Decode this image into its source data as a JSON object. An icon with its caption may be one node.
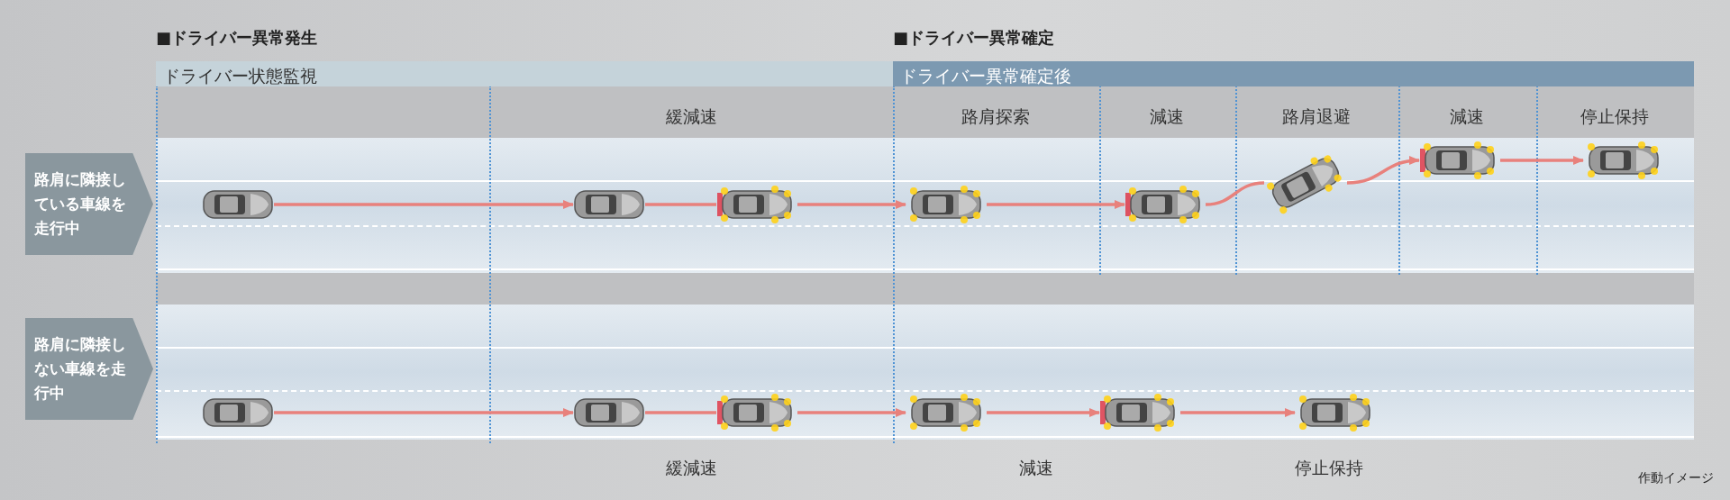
{
  "diagram": {
    "nodes": [
      {
        "text": [
          "ドライバー状態監視"
        ]
      },
      {
        "text": [
          "ドライバー異常確定後"
        ]
      },
      {
        "text": [
          "路肩に隣接している車線を走行中"
        ]
      },
      {
        "text": [],
        "shape": "picture"
      },
      {
        "text": [],
        "shape": "picture"
      },
      {
        "text": [],
        "shape": "picture"
      },
      {
        "text": [],
        "shape": "picture"
      },
      {
        "text": [],
        "shape": "picture"
      },
      {
        "text": [],
        "shape": "picture"
      },
      {
        "text": [],
        "shape": "picture"
      },
      {
        "text": [],
        "shape": "picture"
      },
      {
        "text": [
          "路肩に隣接しない車線を走行中"
        ]
      },
      {
        "text": [],
        "shape": "picture"
      },
      {
        "text": [],
        "shape": "picture"
      },
      {
        "text": [],
        "shape": "picture"
      },
      {
        "text": [],
        "shape": "picture"
      },
      {
        "text": [],
        "shape": "picture"
      },
      {
        "text": [],
        "shape": "picture"
      }
    ],
    "edges": [
      {
        "from": 3,
        "to": 4,
        "arrow": "to"
      },
      {
        "from": 4,
        "to": 5,
        "arrow": "none"
      },
      {
        "from": 5,
        "to": 6,
        "arrow": "to"
      },
      {
        "from": 6,
        "to": 7,
        "arrow": "to"
      },
      {
        "from": 7,
        "to": 8,
        "arrow": "none"
      },
      {
        "from": 8,
        "to": 9,
        "arrow": "to"
      },
      {
        "from": 9,
        "to": 10,
        "arrow": "to"
      },
      {
        "from": 12,
        "to": 13,
        "arrow": "to"
      },
      {
        "from": 13,
        "to": 14,
        "arrow": "none"
      },
      {
        "from": 14,
        "to": 15,
        "arrow": "to"
      },
      {
        "from": 15,
        "to": 16,
        "arrow": "to"
      },
      {
        "from": 16,
        "to": 17,
        "arrow": "to"
      }
    ],
    "labels": [
      "■ドライバー異常発生",
      "■ドライバー異常確定",
      "緩減速",
      "路肩探索",
      "減速",
      "路肩退避",
      "減速",
      "停止保持",
      "緩減速",
      "減速",
      "停止保持",
      "作動イメージ"
    ]
  }
}
